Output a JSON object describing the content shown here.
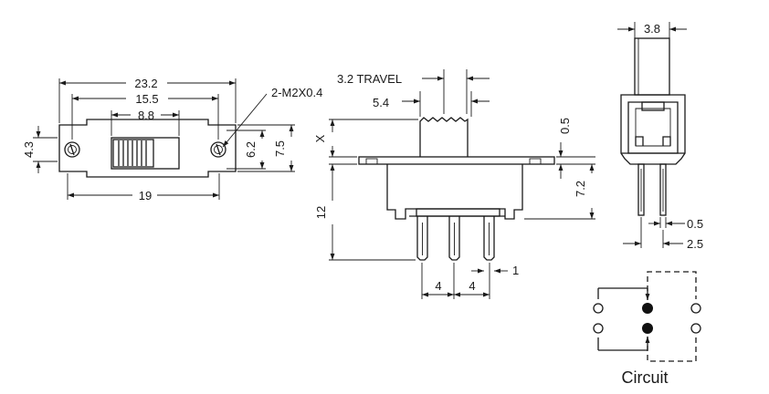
{
  "front_view": {
    "dim_overall_width": "23.2",
    "dim_mount_spacing": "15.5",
    "dim_slot_width": "8.8",
    "dim_bottom_width": "19",
    "dim_hole_height": "4.3",
    "dim_inner_height": "6.2",
    "dim_outer_height": "7.5",
    "screw_callout": "2-M2X0.4"
  },
  "side_view": {
    "travel_label": "3.2 TRAVEL",
    "dim_actuator_width": "5.4",
    "dim_actuator_height": "X",
    "dim_flange": "0.5",
    "dim_body_height": "7.2",
    "dim_pin_length": "12",
    "dim_pin_pitch_1": "4",
    "dim_pin_pitch_2": "4",
    "dim_pin_width": "1"
  },
  "end_view": {
    "dim_actuator": "3.8",
    "dim_pin_thickness": "0.5",
    "dim_pin_spacing": "2.5"
  },
  "circuit": {
    "label": "Circuit"
  }
}
